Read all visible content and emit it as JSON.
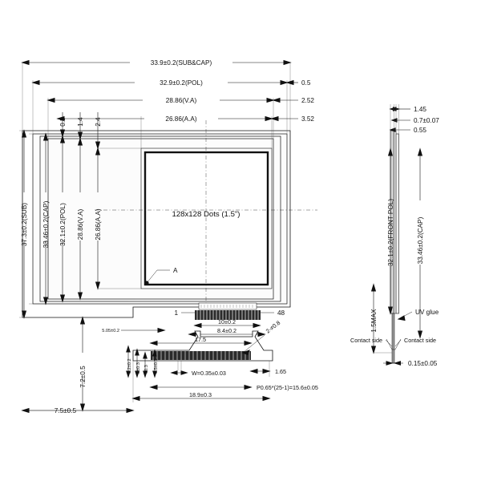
{
  "drawing": {
    "title": "128x128 Dots (1.5\")",
    "front_view": {
      "center_label": "128x128 Dots (1.5\")",
      "detail_callout": "A",
      "pin_first": "1",
      "pin_last": "48",
      "horizontal_dims": [
        "33.9±0.2(SUB&CAP)",
        "32.9±0.2(POL)",
        "28.86(V.A)",
        "26.86(A.A)"
      ],
      "right_offsets": [
        "0.5",
        "2.52",
        "3.52"
      ],
      "top_offsets": [
        "0.5",
        "1.4",
        "2.4"
      ],
      "vertical_dims": [
        "37.3±0.2(SUB)",
        "33.46±0.2(CAP)",
        "32.1±0.2(POL)",
        "28.86(V.A)",
        "26.86(A.A)"
      ]
    },
    "fpc_view": {
      "dims": [
        "10±0.2",
        "8.4±0.2",
        "17.5",
        "2-≠0.8"
      ],
      "left_dims": [
        "5.05±0.2",
        "3.2±0.2",
        "2±0.3",
        "±0.3",
        "0.5±0.3"
      ],
      "pitch": "P0.65*(25-1)=15.6±0.05",
      "width_note": "W=0.35±0.03",
      "overall": "18.9±0.3",
      "edge": "1.65",
      "left_vertical": "7.2±0.5",
      "left_horizontal": "7.5±0.5"
    },
    "side_view": {
      "top_dims": [
        "1.45",
        "0.7±0.07",
        "0.55"
      ],
      "vertical_dims": [
        "32.1±0.2(FRONT POL)",
        "33.46±0.2(CAP)"
      ],
      "max_note": "1.5MAX",
      "glue_label": "UV glue",
      "contact_left": "Contact side",
      "contact_right": "Contact side",
      "thickness": "0.15±0.05"
    },
    "colors": {
      "line": "#111111",
      "background": "#ffffff",
      "hatch": "#2a2a2a"
    }
  }
}
